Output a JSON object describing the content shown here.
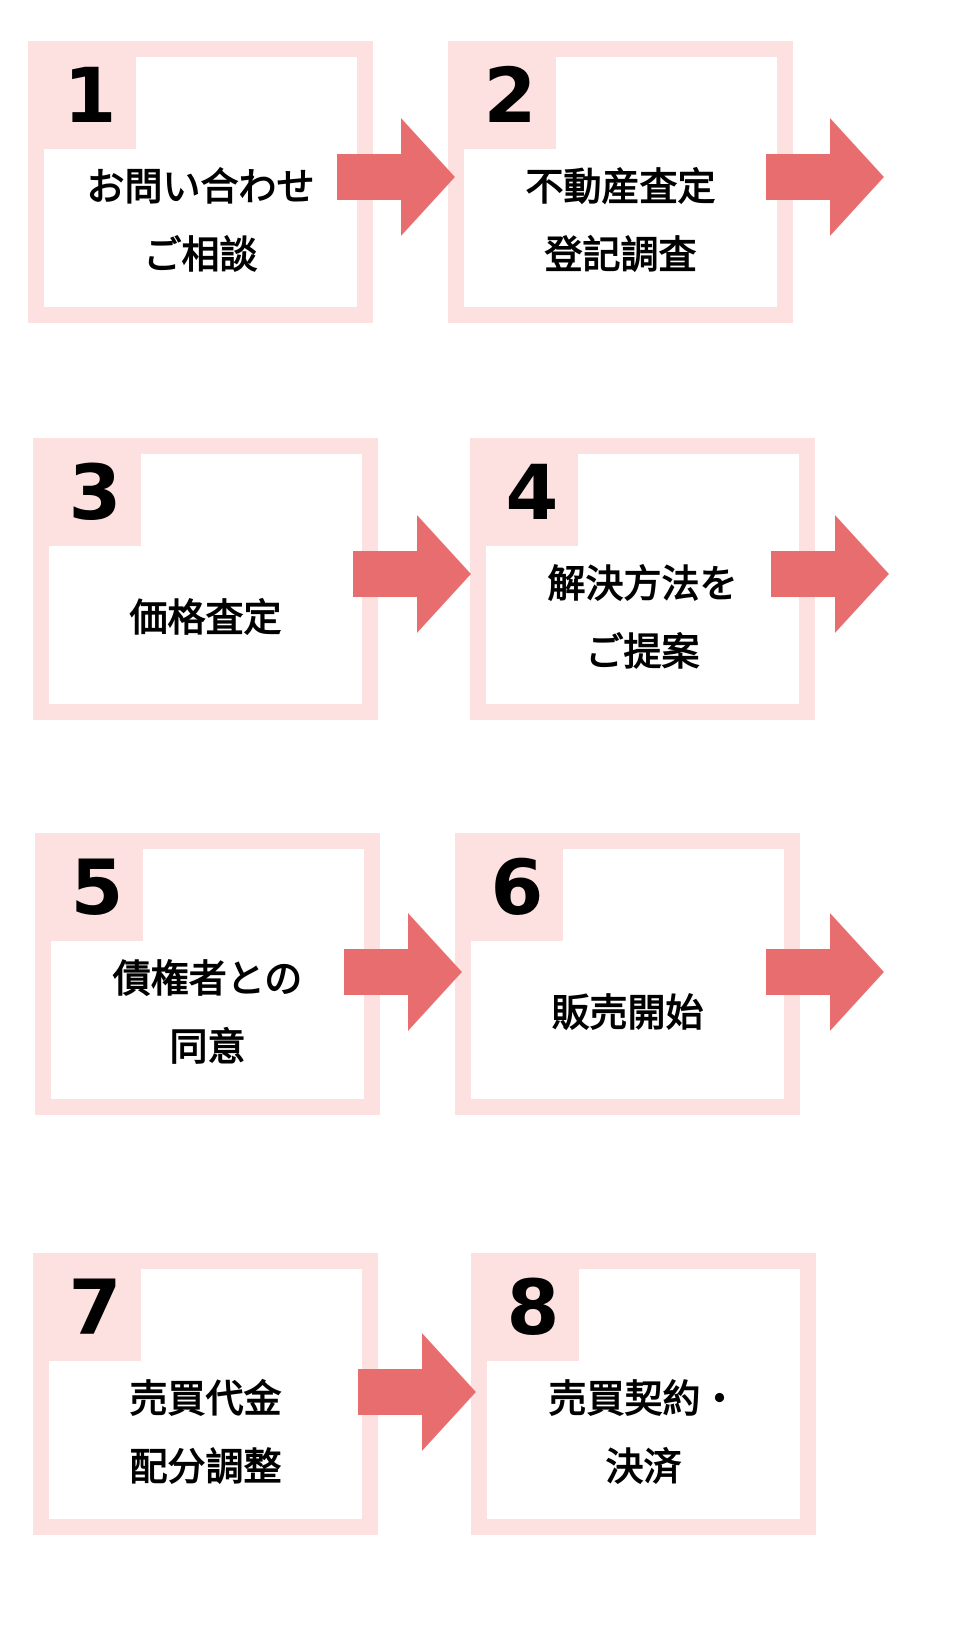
{
  "colors": {
    "frame": "#fde0e0",
    "arrow": "#e86d6f",
    "text": "#000000"
  },
  "steps": [
    {
      "number": "1",
      "label": "お問い合わせ\nご相談"
    },
    {
      "number": "2",
      "label": "不動産査定\n登記調査"
    },
    {
      "number": "3",
      "label": "価格査定"
    },
    {
      "number": "4",
      "label": "解決方法を\nご提案"
    },
    {
      "number": "5",
      "label": "債権者との\n同意"
    },
    {
      "number": "6",
      "label": "販売開始"
    },
    {
      "number": "7",
      "label": "売買代金\n配分調整"
    },
    {
      "number": "8",
      "label": "売買契約・\n決済"
    }
  ],
  "arrows": [
    {
      "icon": "right-arrow-icon"
    },
    {
      "icon": "right-arrow-icon"
    },
    {
      "icon": "right-arrow-icon"
    },
    {
      "icon": "right-arrow-icon"
    },
    {
      "icon": "right-arrow-icon"
    },
    {
      "icon": "right-arrow-icon"
    },
    {
      "icon": "right-arrow-icon"
    }
  ]
}
